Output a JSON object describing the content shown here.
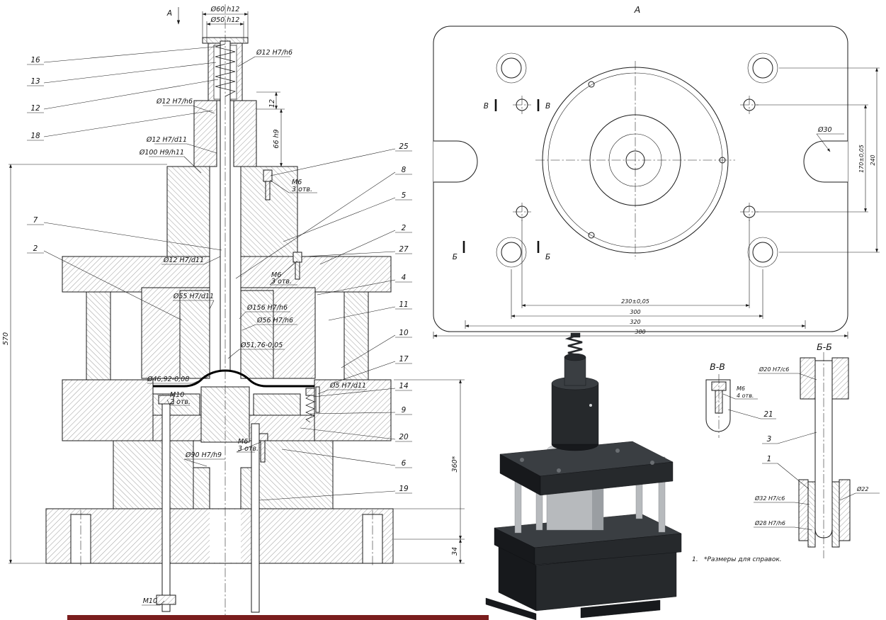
{
  "colors": {
    "ink": "#1a1a1a",
    "paper": "#ffffff",
    "strip": "#7a1d1d",
    "render_dark": "#26292c",
    "render_mid": "#3a3e42",
    "render_light": "#b7babd"
  },
  "section_view": {
    "cut_arrow_label": "A",
    "callouts_left": [
      "16",
      "13",
      "12",
      "18",
      "7",
      "2"
    ],
    "callouts_right": [
      "25",
      "8",
      "5",
      "2",
      "27",
      "4",
      "11",
      "10",
      "17",
      "14",
      "9",
      "20",
      "6",
      "19"
    ],
    "dims": {
      "top_outer": "Ø60 h12",
      "top_inner": "Ø50 h12",
      "shank_fit": "Ø12 H7/h6",
      "len_12": "12",
      "len_66": "66 h9",
      "sleeve_fit": "Ø12 H7/h6",
      "rod_fit_upper": "Ø12 H7/d11",
      "pilot_fit": "Ø100 H9/h11",
      "m6_upper": "M6",
      "m6_upper_qty": "3 отв.",
      "rod_fit_mid": "Ø12 H7/d11",
      "m6_mid": "М6",
      "m6_mid_qty": "3 отв.",
      "d55": "Ø55 H7/d11",
      "d156": "Ø156 H7/h6",
      "d56": "Ø56 H7/h6",
      "d51_76": "Ø51,76-0,05",
      "d46_92": "Ø46,92-0,08",
      "d5": "Ø5 H7/d11",
      "m10_mid": "М10",
      "m10_mid_qty": "2 отв.",
      "m6_lower": "М6",
      "m6_lower_qty": "3 отв.",
      "d90": "Ø90 H7/h9",
      "m10_stud": "M10",
      "h_570": "570",
      "h_360": "360*",
      "h_34": "34"
    }
  },
  "top_view": {
    "title": "A",
    "mark_v": "В",
    "mark_b": "Б",
    "dims": {
      "w_230": "230±0,05",
      "w_300": "300",
      "w_320": "320",
      "w_380": "380",
      "h_170": "170±0,05",
      "h_240": "240",
      "slot_d30": "Ø30"
    }
  },
  "section_vv": {
    "title": "В-В",
    "m6": "M6",
    "m6_qty": "4 отв.",
    "callout_21": "21"
  },
  "section_bb": {
    "title": "Б-Б",
    "d20": "Ø20 H7/c6",
    "d32": "Ø32 H7/c6",
    "d28": "Ø28 H7/h6",
    "d22": "Ø22",
    "callout_3": "3",
    "callout_1": "1"
  },
  "note": {
    "index": "1.",
    "text": "*Размеры для справок."
  }
}
